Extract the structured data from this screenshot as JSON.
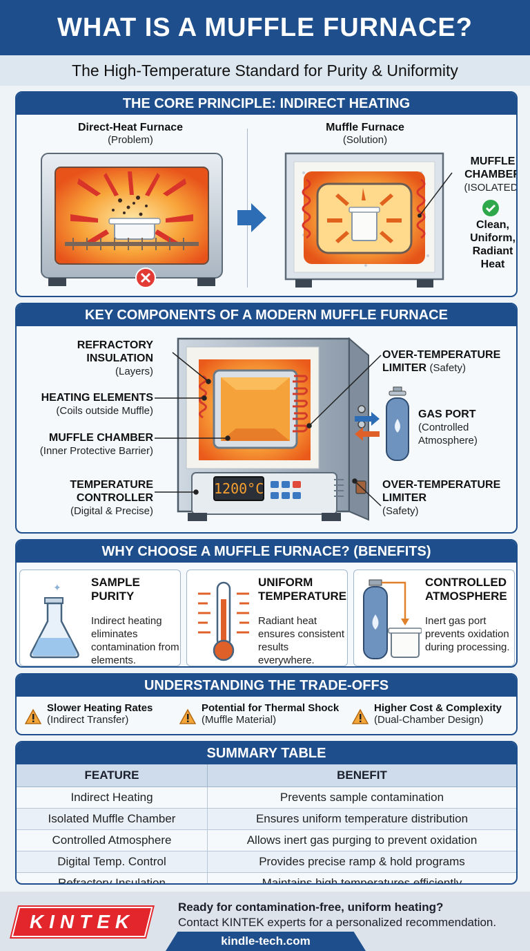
{
  "header": {
    "title": "WHAT IS A MUFFLE FURNACE?",
    "subtitle": "The High-Temperature Standard for Purity & Uniformity"
  },
  "principle": {
    "heading": "THE CORE PRINCIPLE: INDIRECT HEATING",
    "direct": {
      "title": "Direct-Heat Furnace",
      "sub": "(Problem)"
    },
    "muffle": {
      "title": "Muffle Furnace",
      "sub": "(Solution)"
    },
    "chamber_label": {
      "line1": "MUFFLE",
      "line2": "CHAMBER",
      "line3": "(ISOLATED)"
    },
    "benefit_label": {
      "line1": "Clean,",
      "line2": "Uniform,",
      "line3": "Radiant",
      "line4": "Heat"
    }
  },
  "components": {
    "heading": "KEY COMPONENTS OF A MODERN MUFFLE FURNACE",
    "refractory": {
      "l1": "REFRACTORY",
      "l2": "INSULATION",
      "l3": "(Layers)"
    },
    "heating": {
      "l1": "HEATING ELEMENTS",
      "l2": "(Coils outside Muffle)"
    },
    "chamber": {
      "l1": "MUFFLE CHAMBER",
      "l2": "(Inner Protective Barrier)"
    },
    "controller": {
      "l1": "TEMPERATURE",
      "l2": "CONTROLLER",
      "l3": "(Digital & Precise)"
    },
    "limiter_top": {
      "l1": "OVER-TEMPERATURE",
      "l2": "LIMITER",
      "l3": "(Safety)"
    },
    "gas_port": {
      "l1": "GAS PORT",
      "l2": "(Controlled",
      "l3": "Atmosphere)"
    },
    "limiter_bottom": {
      "l1": "OVER-TEMPERATURE",
      "l2": "LIMITER",
      "l3": "(Safety)"
    },
    "display": "1200°C"
  },
  "benefits": {
    "heading": "WHY CHOOSE A MUFFLE FURNACE? (BENEFITS)",
    "items": [
      {
        "title": "SAMPLE PURITY",
        "text": "Indirect heating eliminates contamination from elements."
      },
      {
        "title": "UNIFORM TEMPERATURE",
        "text": "Radiant heat ensures consistent results everywhere."
      },
      {
        "title": "CONTROLLED ATMOSPHERE",
        "text": "Inert gas port prevents oxidation during processing."
      }
    ]
  },
  "tradeoffs": {
    "heading": "UNDERSTANDING THE TRADE-OFFS",
    "items": [
      {
        "title": "Slower Heating Rates",
        "sub": "(Indirect Transfer)"
      },
      {
        "title": "Potential for Thermal Shock",
        "sub": "(Muffle Material)"
      },
      {
        "title": "Higher Cost & Complexity",
        "sub": "(Dual-Chamber Design)"
      }
    ]
  },
  "summary": {
    "heading": "SUMMARY TABLE",
    "columns": [
      "FEATURE",
      "BENEFIT"
    ],
    "rows": [
      [
        "Indirect Heating",
        "Prevents sample contamination"
      ],
      [
        "Isolated Muffle Chamber",
        "Ensures uniform temperature distribution"
      ],
      [
        "Controlled Atmosphere",
        "Allows inert gas purging to prevent oxidation"
      ],
      [
        "Digital Temp. Control",
        "Provides precise ramp & hold programs"
      ],
      [
        "Refractory Insulation",
        "Maintains high temperatures efficiently"
      ]
    ]
  },
  "footer": {
    "logo": "KINTEK",
    "cta_bold": "Ready for contamination-free, uniform heating?",
    "cta": "Contact KINTEK experts for a personalized recommendation.",
    "url": "kindle-tech.com"
  },
  "colors": {
    "brand_blue": "#1e4f8c",
    "heat_orange": "#f26b1d",
    "logo_red": "#e3262b"
  }
}
